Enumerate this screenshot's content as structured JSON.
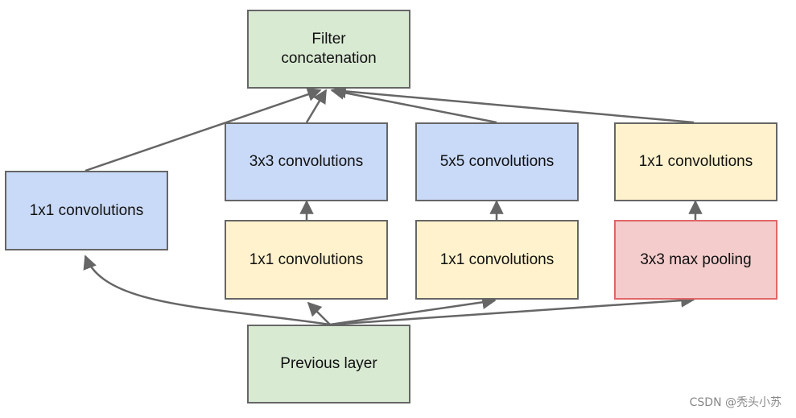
{
  "nodes": {
    "filter_concat": "Filter\nconcatenation",
    "conv1x1_left": "1x1 convolutions",
    "conv3x3": "3x3 convolutions",
    "conv5x5": "5x5 convolutions",
    "conv1x1_pool_proj": "1x1 convolutions",
    "conv1x1_reduce_3x3": "1x1 convolutions",
    "conv1x1_reduce_5x5": "1x1 convolutions",
    "maxpool3x3": "3x3 max pooling",
    "previous_layer": "Previous layer"
  },
  "edges": [
    {
      "from": "previous_layer",
      "to": "conv1x1_left"
    },
    {
      "from": "previous_layer",
      "to": "conv1x1_reduce_3x3"
    },
    {
      "from": "previous_layer",
      "to": "conv1x1_reduce_5x5"
    },
    {
      "from": "previous_layer",
      "to": "maxpool3x3"
    },
    {
      "from": "conv1x1_reduce_3x3",
      "to": "conv3x3"
    },
    {
      "from": "conv1x1_reduce_5x5",
      "to": "conv5x5"
    },
    {
      "from": "maxpool3x3",
      "to": "conv1x1_pool_proj"
    },
    {
      "from": "conv1x1_left",
      "to": "filter_concat"
    },
    {
      "from": "conv3x3",
      "to": "filter_concat"
    },
    {
      "from": "conv5x5",
      "to": "filter_concat"
    },
    {
      "from": "conv1x1_pool_proj",
      "to": "filter_concat"
    }
  ],
  "colors": {
    "green": "#d9ead3",
    "blue": "#c9daf8",
    "yellow": "#fff2cc",
    "pink": "#f4cccc",
    "pink_border": "#e06666",
    "arrow": "#666666"
  },
  "watermark": "CSDN @秃头小苏"
}
